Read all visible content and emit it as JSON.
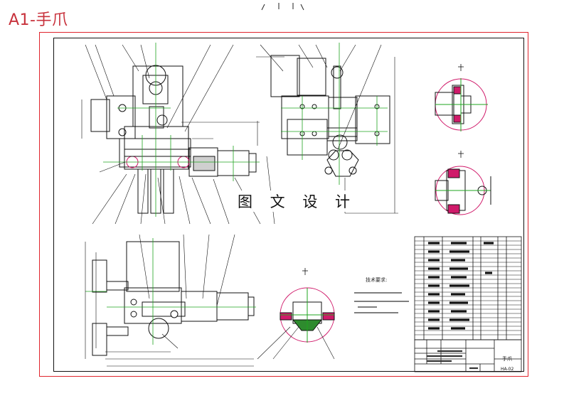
{
  "title": "A1-手爪",
  "watermark": "图 文 设 计",
  "tech_requirements_title": "技术要求:",
  "title_block": {
    "part_name": "手爪",
    "drawing_code": "HA-02"
  },
  "colors": {
    "frame_red": "#e0242c",
    "title_red": "#c8323c",
    "centerline": "#1fa41f",
    "cut": "#d01a6a",
    "fill_green": "#2e8b2e"
  }
}
